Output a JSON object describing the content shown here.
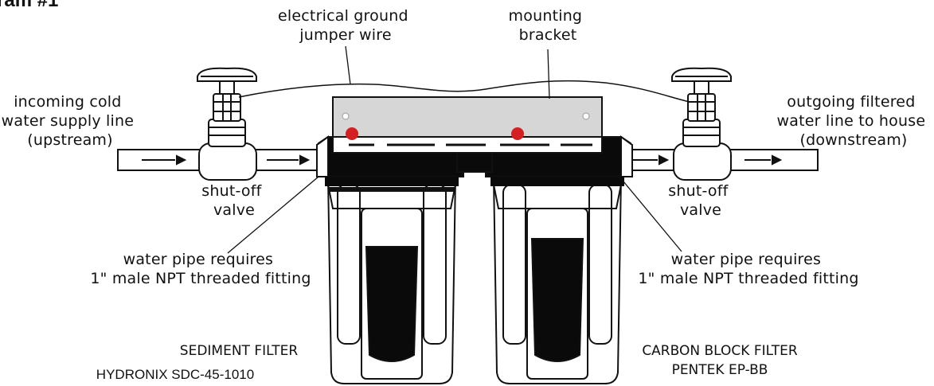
{
  "title": "ram #1",
  "labels": {
    "ground_wire": [
      "electrical ground",
      "jumper wire"
    ],
    "bracket": [
      "mounting",
      "bracket"
    ],
    "incoming": [
      "incoming cold",
      "water supply line",
      "(upstream)"
    ],
    "outgoing": [
      "outgoing filtered",
      "water line to house",
      "(downstream)"
    ],
    "shutoff_left": [
      "shut-off",
      "valve"
    ],
    "shutoff_right": [
      "shut-off",
      "valve"
    ],
    "fitting_left": [
      "water pipe requires",
      "1\" male NPT threaded fitting"
    ],
    "fitting_right": [
      "water pipe requires",
      "1\" male NPT threaded fitting"
    ]
  },
  "filters": {
    "left": {
      "name": "SEDIMENT FILTER",
      "model": "HYDRONIX SDC-45-1010"
    },
    "right": {
      "name": "CARBON BLOCK FILTER",
      "model": "PENTEK EP-BB"
    }
  },
  "colors": {
    "ink": "#111111",
    "bracket": "#d6d6d6",
    "cap": "#0a0a0a",
    "housing": "#ffffff",
    "dot": "#d42020",
    "pipe": "#ffffff"
  }
}
